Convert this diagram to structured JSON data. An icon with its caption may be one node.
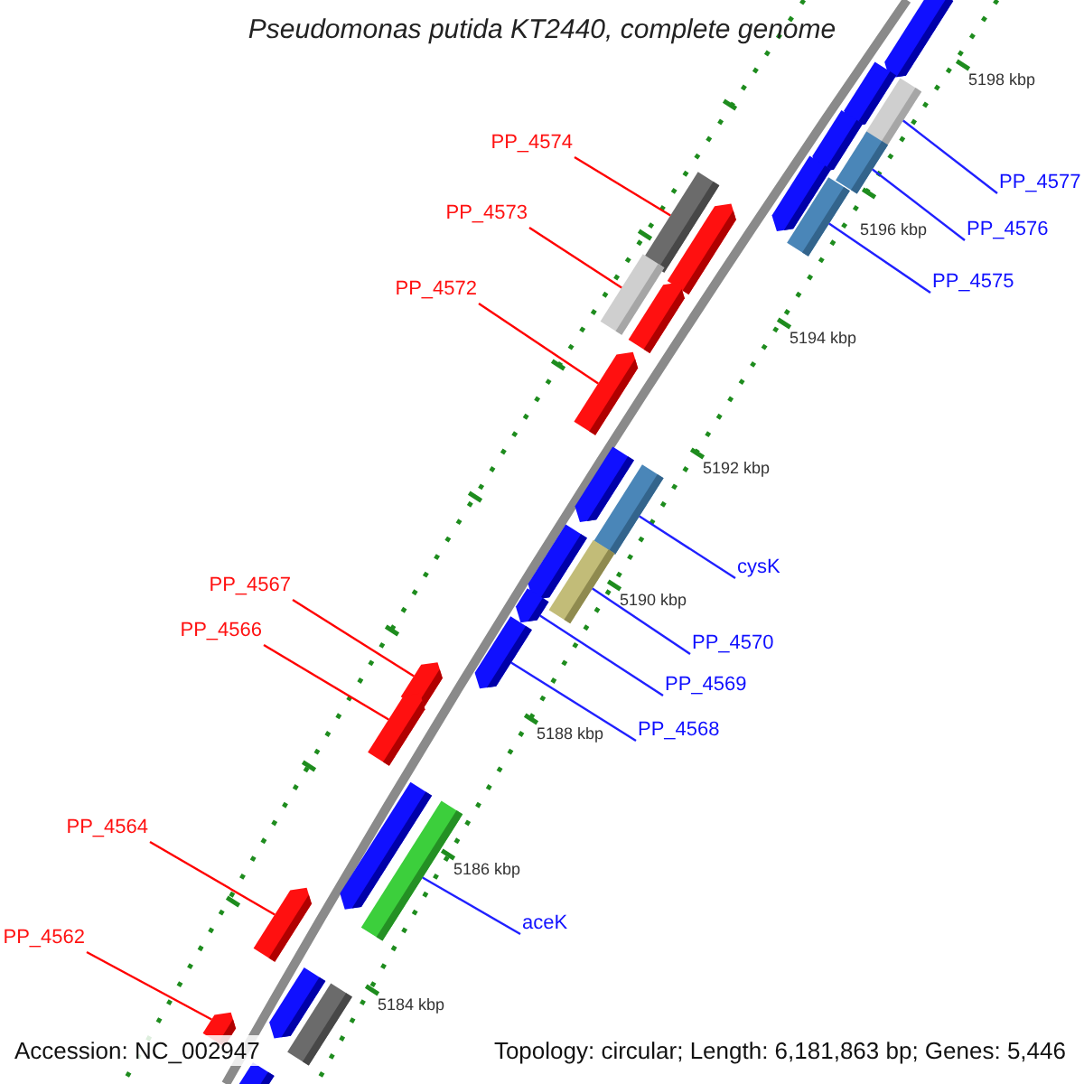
{
  "diagram": {
    "title": "Pseudomonas putida KT2440, complete genome",
    "nodes": [
      {
        "text": [],
        "shape": "arrow"
      },
      {
        "text": [],
        "shape": "arrow"
      },
      {
        "text": [],
        "shape": "bar"
      },
      {
        "text": [],
        "shape": "arrow"
      },
      {
        "text": [
          "PP_4574"
        ]
      },
      {
        "text": [],
        "shape": "bar"
      },
      {
        "text": [
          "PP_4577"
        ]
      },
      {
        "text": [],
        "shape": "arrow"
      },
      {
        "text": [],
        "shape": "bar"
      },
      {
        "text": [
          "PP_4573"
        ]
      },
      {
        "text": [
          "PP_4576"
        ]
      },
      {
        "text": [],
        "shape": "bar"
      },
      {
        "text": [],
        "shape": "arrow"
      },
      {
        "text": [
          "PP_4575"
        ]
      },
      {
        "text": [],
        "shape": "bar"
      },
      {
        "text": [
          "PP_4572"
        ]
      },
      {
        "text": [],
        "shape": "arrow"
      },
      {
        "text": [],
        "shape": "arrow"
      },
      {
        "text": [],
        "shape": "arrow"
      },
      {
        "text": [],
        "shape": "bar"
      },
      {
        "text": [],
        "shape": "arrow"
      },
      {
        "text": [
          "cysK"
        ]
      },
      {
        "text": [],
        "shape": "bar"
      },
      {
        "text": [
          "PP_4567"
        ]
      },
      {
        "text": [],
        "shape": "arrow"
      },
      {
        "text": [
          "PP_4566"
        ]
      },
      {
        "text": [
          "PP_4570"
        ]
      },
      {
        "text": [],
        "shape": "arrow"
      },
      {
        "text": [],
        "shape": "arrow"
      },
      {
        "text": [
          "PP_4569"
        ]
      },
      {
        "text": [],
        "shape": "arrow"
      },
      {
        "text": [
          "PP_4568"
        ]
      },
      {
        "text": [
          "PP_4564"
        ]
      },
      {
        "text": [],
        "shape": "arrow"
      },
      {
        "text": [],
        "shape": "bar"
      },
      {
        "text": [],
        "shape": "arrow"
      },
      {
        "text": [
          "aceK"
        ]
      },
      {
        "text": [
          "PP_4562"
        ]
      },
      {
        "text": [],
        "shape": "arrow"
      },
      {
        "text": [],
        "shape": "bar"
      },
      {
        "text": [],
        "shape": "arrow"
      },
      {
        "text": [],
        "shape": "arrow"
      }
    ],
    "edges": [
      {
        "from": 4,
        "to": 8,
        "arrow": "none",
        "color": "#ff0000"
      },
      {
        "from": 6,
        "to": 2,
        "arrow": "none"
      },
      {
        "from": 9,
        "to": 14,
        "arrow": "none",
        "color": "#ff0000"
      },
      {
        "from": 10,
        "to": 5,
        "arrow": "none"
      },
      {
        "from": 13,
        "to": 11,
        "arrow": "none"
      },
      {
        "from": 15,
        "to": 17,
        "arrow": "none",
        "color": "#ff0000"
      },
      {
        "from": 21,
        "to": 19,
        "arrow": "none"
      },
      {
        "from": 26,
        "to": 22,
        "arrow": "none"
      },
      {
        "from": 29,
        "to": 24,
        "arrow": "none"
      },
      {
        "from": 31,
        "to": 27,
        "arrow": "none"
      },
      {
        "from": 23,
        "to": 28,
        "arrow": "none",
        "color": "#ff0000"
      },
      {
        "from": 25,
        "to": 30,
        "arrow": "none",
        "color": "#ff0000"
      },
      {
        "from": 32,
        "to": 35,
        "arrow": "none",
        "color": "#ff0000"
      },
      {
        "from": 36,
        "to": 34,
        "arrow": "none"
      },
      {
        "from": 37,
        "to": 40,
        "arrow": "none",
        "color": "#ff0000"
      }
    ],
    "labels": [
      "5198 kbp",
      "5196 kbp",
      "5194 kbp",
      "5192 kbp",
      "5190 kbp",
      "5188 kbp",
      "5186 kbp",
      "5184 kbp",
      "Accession: NC_002947",
      "Topology: circular; Length: 6,181,863 bp; Genes: 5,446"
    ]
  }
}
